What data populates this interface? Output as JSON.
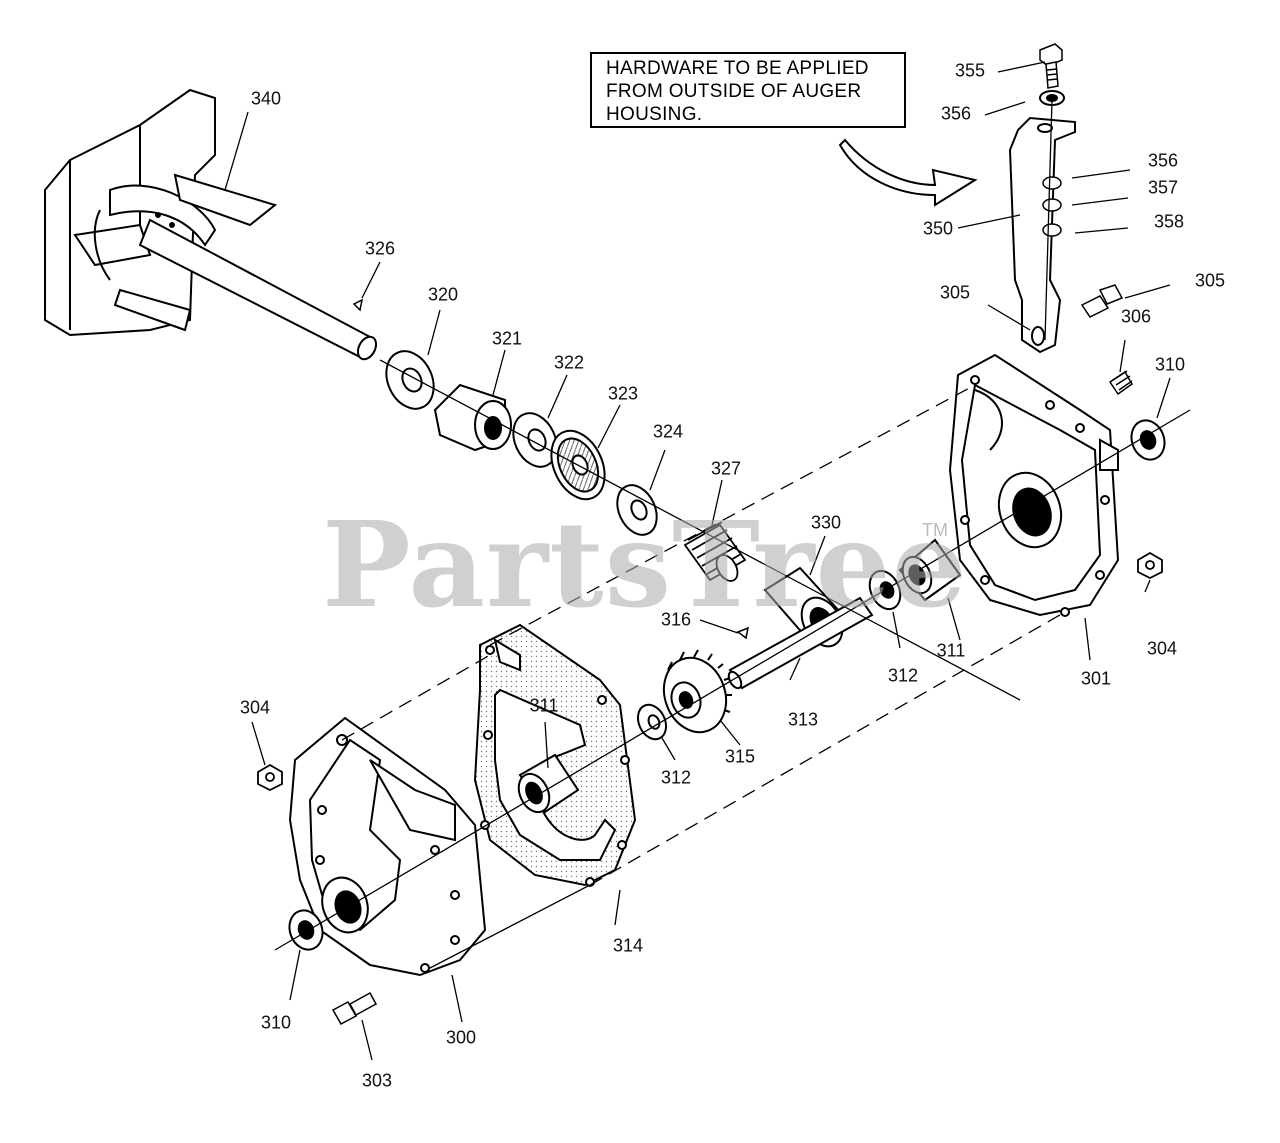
{
  "note": {
    "lines": [
      "HARDWARE TO BE APPLIED",
      "FROM OUTSIDE OF AUGER",
      "HOUSING."
    ]
  },
  "watermark": {
    "text": "PartsTree",
    "tm": "TM"
  },
  "callouts": {
    "p340": "340",
    "p326": "326",
    "p320": "320",
    "p321": "321",
    "p322": "322",
    "p323": "323",
    "p324": "324",
    "p327": "327",
    "p330": "330",
    "p316": "316",
    "p355": "355",
    "p356a": "356",
    "p356b": "356",
    "p357": "357",
    "p358": "358",
    "p350": "350",
    "p305a": "305",
    "p305b": "305",
    "p306": "306",
    "p310a": "310",
    "p312a": "312",
    "p311a": "311",
    "p301": "301",
    "p304a": "304",
    "p313": "313",
    "p315": "315",
    "p312b": "312",
    "p311b": "311",
    "p304b": "304",
    "p314": "314",
    "p310b": "310",
    "p300": "300",
    "p303": "303"
  }
}
